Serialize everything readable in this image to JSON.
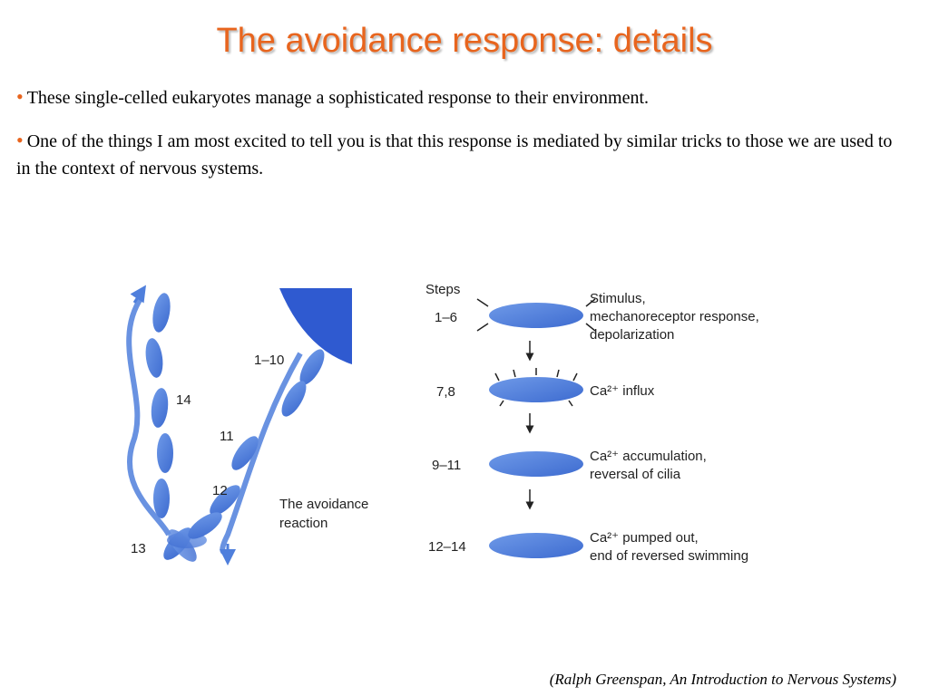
{
  "title": "The avoidance response: details",
  "bullets": [
    "These single-celled eukaryotes manage a sophisticated response to their environment.",
    "One of the things I am most excited to tell you is that this response is mediated by similar tricks to those we are used to in the context of nervous systems."
  ],
  "left_figure": {
    "labels": {
      "l1_10": "1–10",
      "l14": "14",
      "l11": "11",
      "l12": "12",
      "l13": "13",
      "caption_1": "The avoidance",
      "caption_2": "reaction"
    }
  },
  "right_figure": {
    "steps_header": "Steps",
    "rows": [
      {
        "step": "1–6",
        "lines": [
          "Stimulus,",
          "mechanoreceptor response,",
          "depolarization"
        ]
      },
      {
        "step": "7,8",
        "lines": [
          "Ca²⁺ influx"
        ]
      },
      {
        "step": "9–11",
        "lines": [
          "Ca²⁺ accumulation,",
          "reversal of cilia"
        ]
      },
      {
        "step": "12–14",
        "lines": [
          "Ca²⁺ pumped out,",
          "end of reversed swimming"
        ]
      }
    ]
  },
  "citation": "(Ralph  Greenspan, An Introduction to Nervous Systems)",
  "colors": {
    "title": "#e8651e",
    "cell_fill": "#4f7fdc",
    "cell_dark": "#2d57b8",
    "stimulus_block": "#2f5ad0"
  }
}
